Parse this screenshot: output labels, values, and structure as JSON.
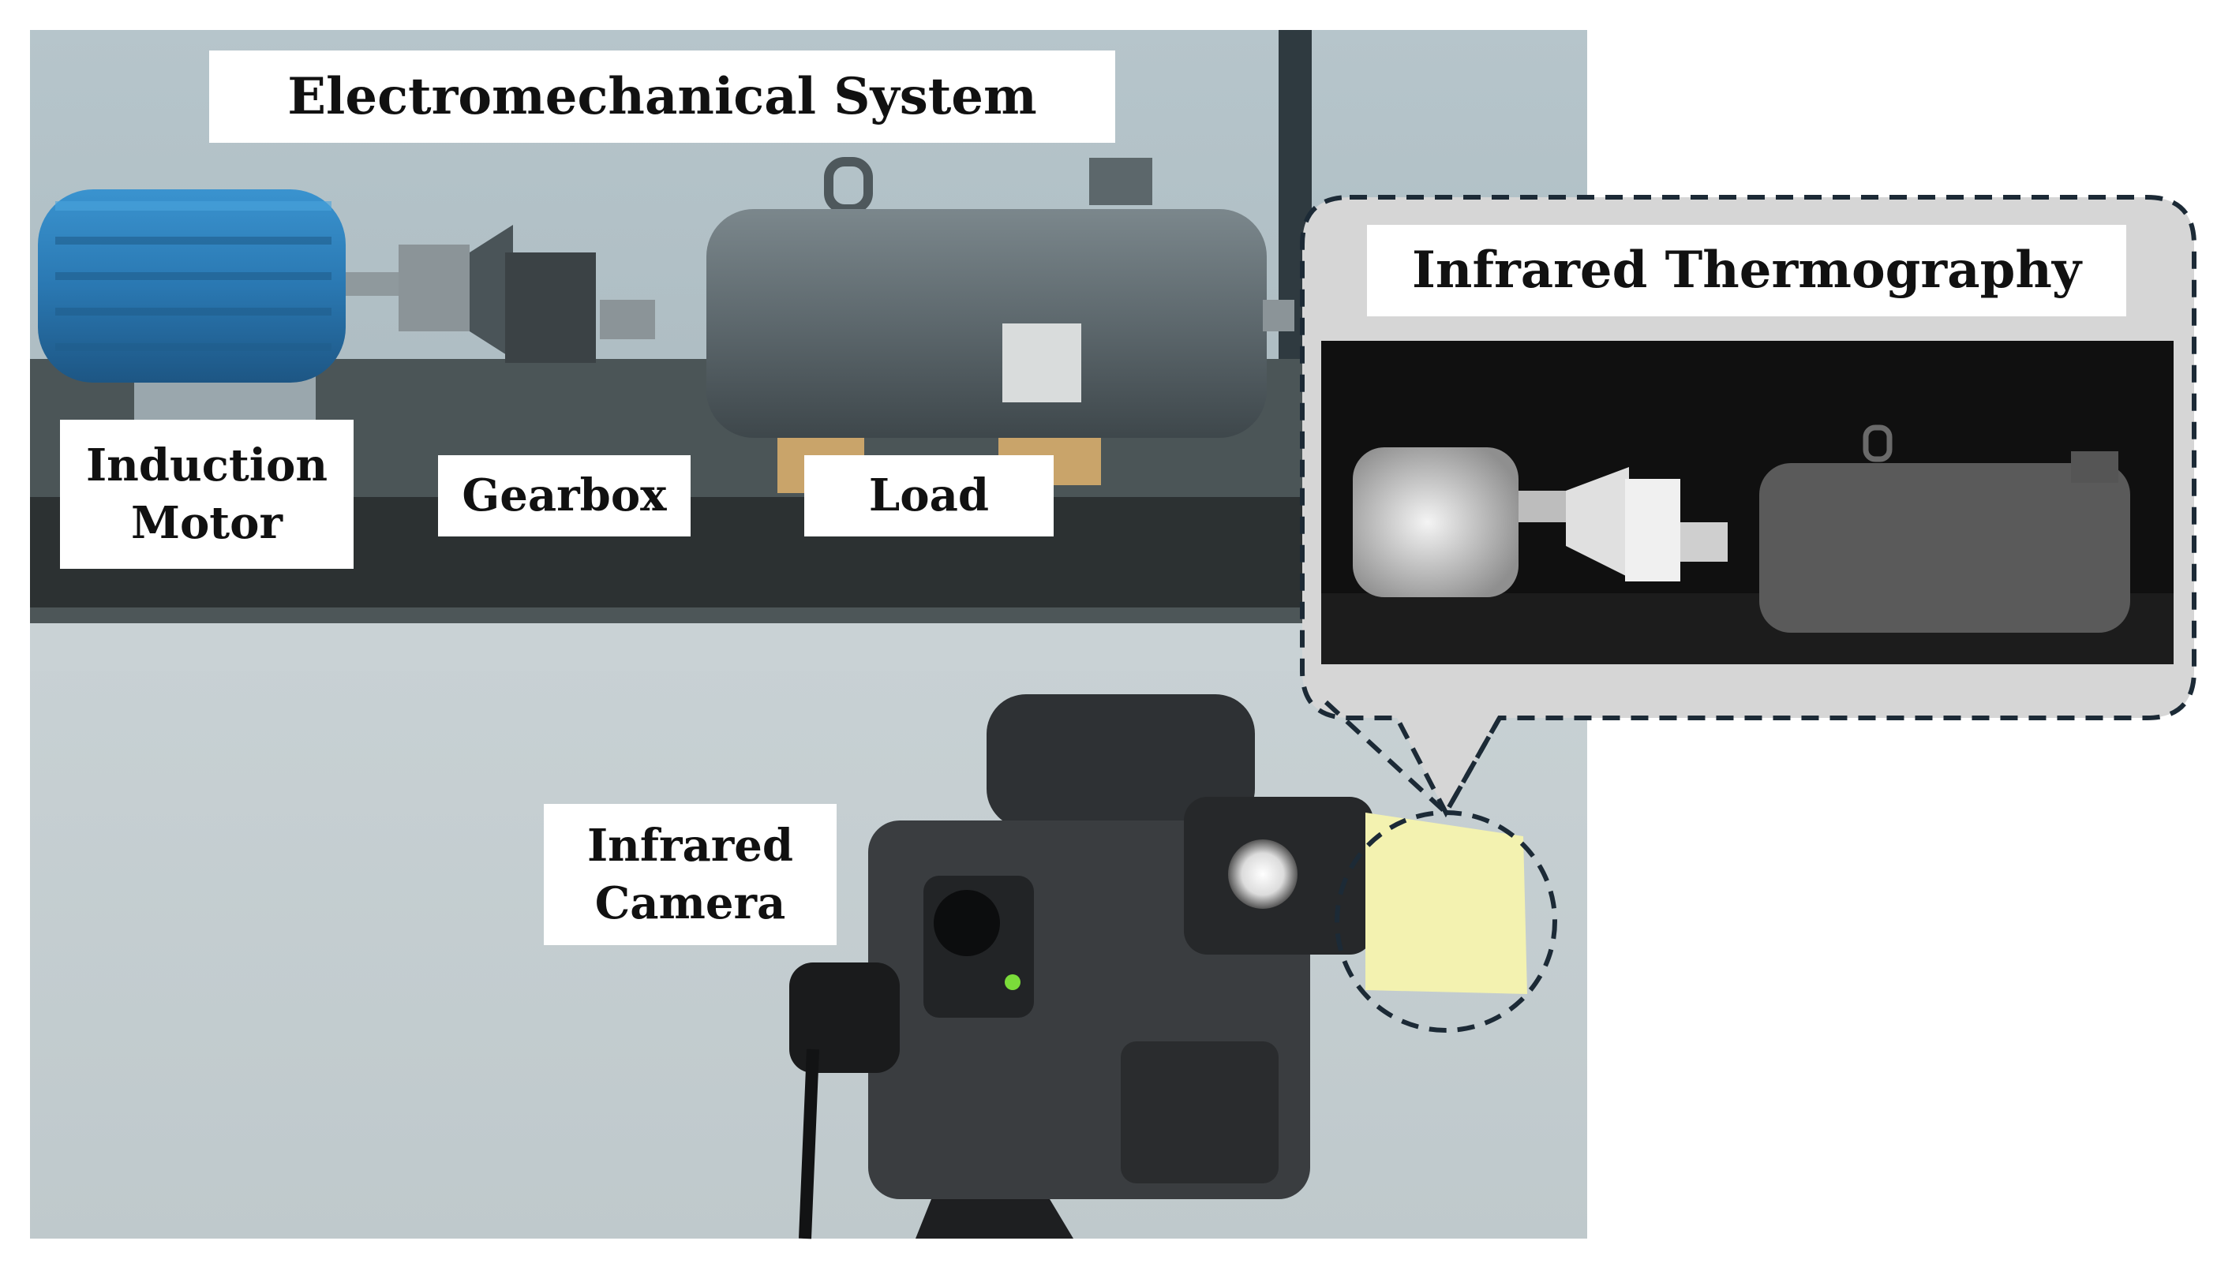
{
  "figure": {
    "title": "Electromechanical System",
    "labels": {
      "induction_motor": "Induction\nMotor",
      "gearbox": "Gearbox",
      "load": "Load",
      "infrared_camera": "Infrared\nCamera",
      "infrared_thermography": "Infrared Thermography"
    },
    "colors": {
      "wall": "#b3c2c8",
      "motor_blue": "#2e7fba",
      "machine_gray": "#5f6b70",
      "bench_dark": "#303434",
      "camera_body": "#3a3d40",
      "thermal_bg": "#101010",
      "callout_fill": "#d6d6d6",
      "callout_border": "#1c2a36",
      "highlight_yellow": "#f3f2b0"
    },
    "icons": [
      "induction-motor",
      "gearbox",
      "load-machine",
      "infrared-camera",
      "thermal-image"
    ]
  }
}
